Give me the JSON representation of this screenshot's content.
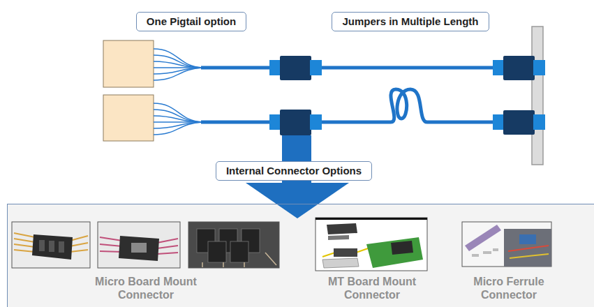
{
  "diagram": {
    "nodes": [
      {
        "text": [
          "One Pigtail option"
        ]
      },
      {
        "text": [
          "Jumpers in Multiple Length"
        ]
      },
      {
        "text": [
          "Internal Connector Options"
        ]
      },
      {
        "text": [
          "Micro Board Mount Connector",
          "MT Board Mount Connector",
          "Micro Ferrule Connector"
        ]
      }
    ]
  }
}
